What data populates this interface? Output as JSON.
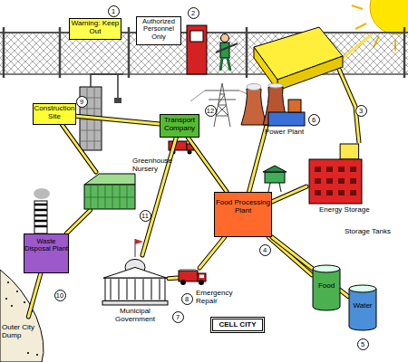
{
  "diagram": {
    "nodes": [
      {
        "text": [
          "Warning: Keep Out"
        ]
      },
      {
        "text": [
          "Authorized Personnel Only"
        ]
      },
      {
        "text": [
          "Construction Site"
        ]
      },
      {
        "text": [
          "Transport Company"
        ]
      },
      {
        "text": [
          "Greenhouse Nursery"
        ]
      },
      {
        "text": [
          "Waste Disposal Plant"
        ]
      },
      {
        "text": [
          "Municipal Government"
        ]
      },
      {
        "text": [
          "Emergency Repair"
        ]
      },
      {
        "text": [
          "Food Processing Plant"
        ]
      },
      {
        "text": [
          "Power Plant"
        ]
      },
      {
        "text": [
          "Energy Storage"
        ]
      },
      {
        "text": [
          "Food"
        ]
      },
      {
        "text": [
          "Water"
        ]
      },
      {
        "text": [
          "Outer City Dump"
        ]
      },
      {
        "text": [
          "CELL CITY"
        ]
      }
    ],
    "edges": [
      {
        "from": 2,
        "to": 3,
        "arrow": "none"
      },
      {
        "from": 2,
        "to": 4,
        "arrow": "none"
      },
      {
        "from": 4,
        "to": 5,
        "arrow": "none"
      },
      {
        "from": 5,
        "to": 13,
        "arrow": "none"
      },
      {
        "from": 3,
        "to": 6,
        "arrow": "none"
      },
      {
        "from": 3,
        "to": 8,
        "arrow": "none"
      },
      {
        "from": 6,
        "to": 7,
        "arrow": "none"
      },
      {
        "from": 7,
        "to": 8,
        "arrow": "none"
      },
      {
        "from": 9,
        "to": 8,
        "arrow": "none"
      },
      {
        "from": 8,
        "to": 10,
        "arrow": "none"
      },
      {
        "from": 8,
        "to": 11,
        "arrow": "none"
      },
      {
        "from": 8,
        "to": 12,
        "arrow": "none"
      }
    ],
    "labels": [
      "1",
      "2",
      "3",
      "4",
      "5",
      "6",
      "7",
      "8",
      "9",
      "10",
      "11",
      "12",
      "Storage Tanks"
    ]
  }
}
